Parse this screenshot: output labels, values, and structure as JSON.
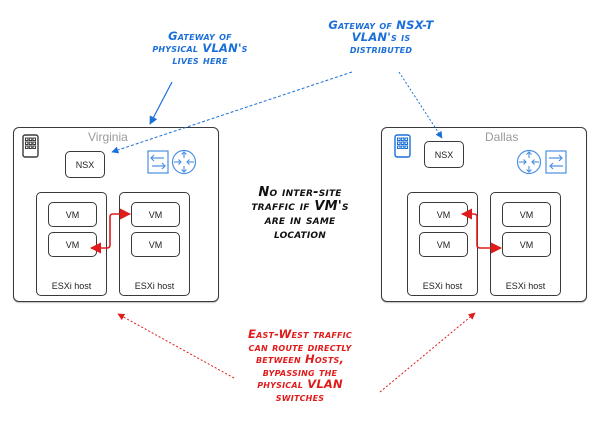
{
  "notes": {
    "physical_gateway": [
      "Gateway of",
      "physical VLAN's",
      "lives here"
    ],
    "nsx_gateway": [
      "Gateway of NSX-T",
      "VLAN's is",
      "distributed"
    ],
    "no_inter_site": [
      "No inter-site",
      "traffic if VM's",
      "are in same",
      "location"
    ],
    "east_west": [
      "East-West traffic",
      "can route directly",
      "between Hosts,",
      "bypassing the",
      "physical VLAN",
      "switches"
    ]
  },
  "sites": [
    {
      "name": "Virginia",
      "nsx_label": "NSX",
      "building_icon": "building-icon",
      "network_icons": [
        "switch-icon",
        "router-icon"
      ],
      "hosts": [
        {
          "label": "ESXi host",
          "vms": [
            "VM",
            "VM"
          ]
        },
        {
          "label": "ESXi host",
          "vms": [
            "VM",
            "VM"
          ]
        }
      ]
    },
    {
      "name": "Dallas",
      "nsx_label": "NSX",
      "building_icon": "building-icon",
      "network_icons": [
        "router-icon",
        "switch-icon"
      ],
      "hosts": [
        {
          "label": "ESXi host",
          "vms": [
            "VM",
            "VM"
          ]
        },
        {
          "label": "ESXi host",
          "vms": [
            "VM",
            "VM"
          ]
        }
      ]
    }
  ],
  "colors": {
    "blue": "#1b6fd8",
    "red": "#e01b1b",
    "icon_blue": "#4a90e2",
    "border": "#3a3a3a",
    "site_label": "#9a9a9a"
  }
}
